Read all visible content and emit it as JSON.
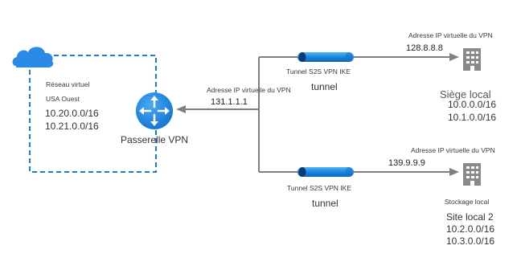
{
  "vnet": {
    "name": "Réseau virtuel",
    "region": "USA Ouest",
    "prefixes": [
      "10.20.0.0/16",
      "10.21.0.0/16"
    ]
  },
  "gateway": {
    "label": "Passerelle VPN",
    "vip_caption": "Adresse IP virtuelle du VPN",
    "vip": "131.1.1.1"
  },
  "tunnels": [
    {
      "caption": "Tunnel S2S VPN IKE",
      "word": "tunnel"
    },
    {
      "caption": "Tunnel S2S VPN IKE",
      "word": "tunnel"
    }
  ],
  "sites": [
    {
      "vip_caption": "Adresse IP virtuelle du VPN",
      "vip": "128.8.8.8",
      "name": "Siège local",
      "prefixes": [
        "10.0.0.0/16",
        "10.1.0.0/16"
      ]
    },
    {
      "vip_caption": "Adresse IP virtuelle du VPN",
      "vip": "139.9.9.9",
      "storage": "Stockage local",
      "name": "Site local 2",
      "prefixes": [
        "10.2.0.0/16",
        "10.3.0.0/16"
      ]
    }
  ],
  "colors": {
    "vnet_border": "#1a7fd4",
    "cloud": "#2a8ae6",
    "gateway": "#1e90e8",
    "tunnel": "#1d8be3",
    "tunnel_end": "#0c3a75",
    "connector": "#808080",
    "building": "#8a8a8a"
  },
  "icons": {
    "cloud": "cloud-icon",
    "gateway": "router-icon",
    "building": "building-icon"
  }
}
